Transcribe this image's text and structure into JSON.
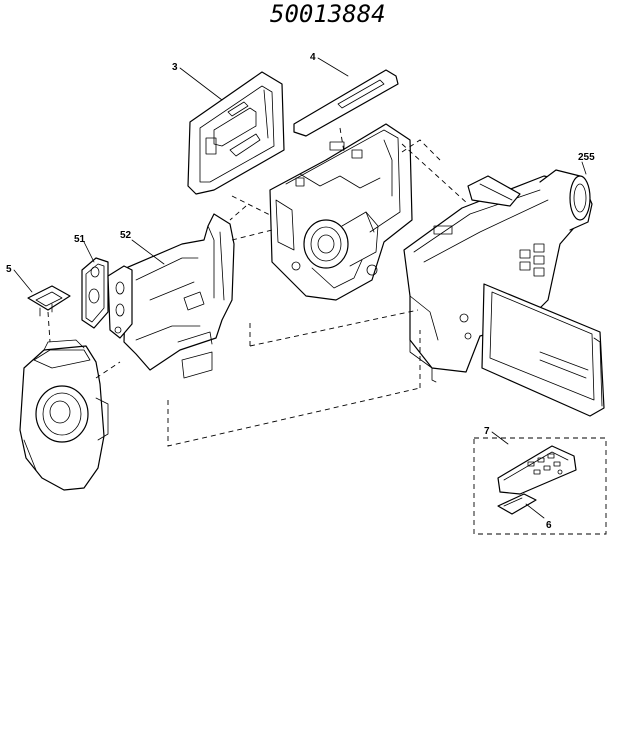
{
  "diagram": {
    "header_number": "50013884",
    "callouts": {
      "part_3": "3",
      "part_4": "4",
      "part_255": "255",
      "part_51": "51",
      "part_52": "52",
      "part_5": "5",
      "part_7": "7",
      "part_6": "6"
    }
  }
}
